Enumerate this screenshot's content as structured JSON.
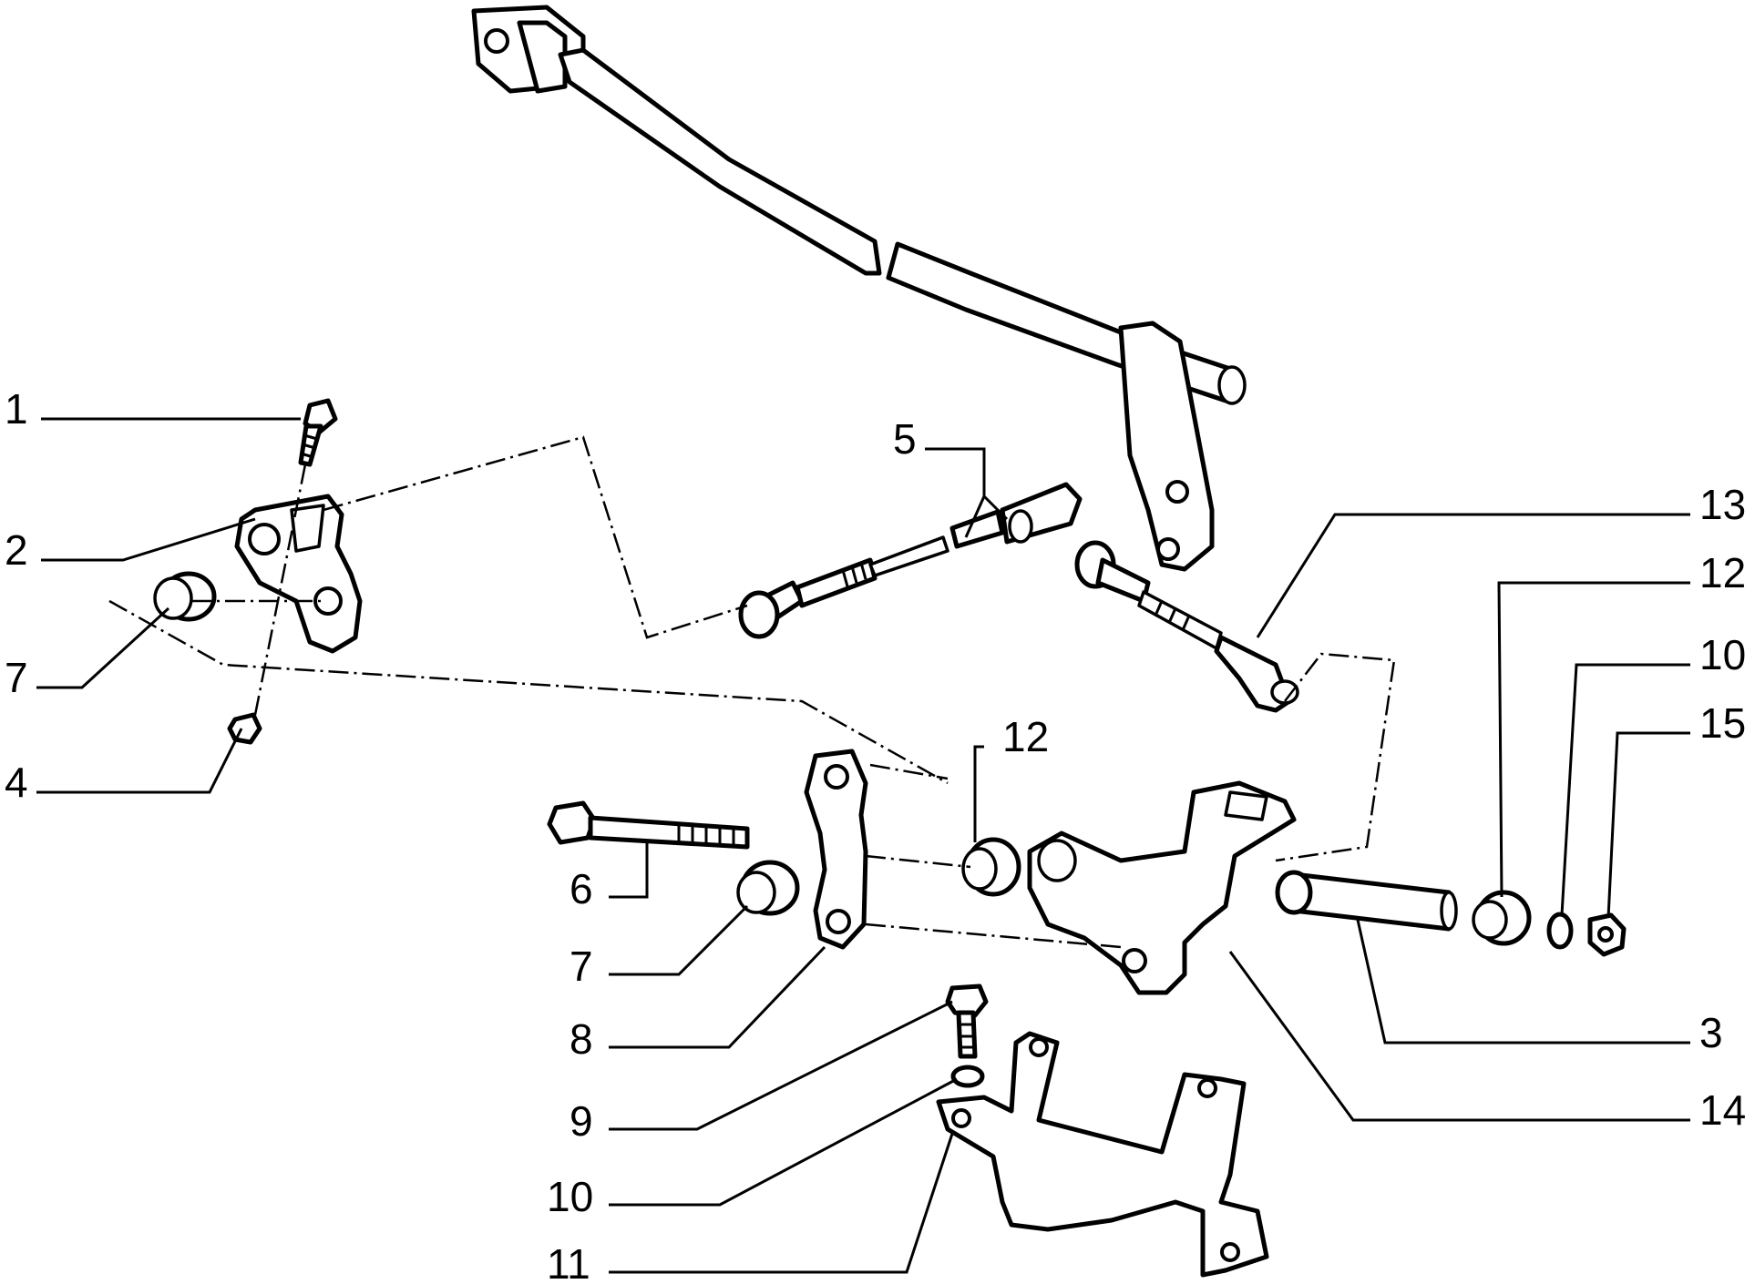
{
  "diagram": {
    "callouts": [
      {
        "id": "c1",
        "label": "1"
      },
      {
        "id": "c2",
        "label": "2"
      },
      {
        "id": "c7a",
        "label": "7"
      },
      {
        "id": "c4",
        "label": "4"
      },
      {
        "id": "c5",
        "label": "5"
      },
      {
        "id": "c13",
        "label": "13"
      },
      {
        "id": "c12a",
        "label": "12"
      },
      {
        "id": "c10a",
        "label": "10"
      },
      {
        "id": "c15",
        "label": "15"
      },
      {
        "id": "c12b",
        "label": "12"
      },
      {
        "id": "c6",
        "label": "6"
      },
      {
        "id": "c7b",
        "label": "7"
      },
      {
        "id": "c8",
        "label": "8"
      },
      {
        "id": "c3",
        "label": "3"
      },
      {
        "id": "c9",
        "label": "9"
      },
      {
        "id": "c14",
        "label": "14"
      },
      {
        "id": "c10b",
        "label": "10"
      },
      {
        "id": "c11",
        "label": "11"
      }
    ]
  }
}
